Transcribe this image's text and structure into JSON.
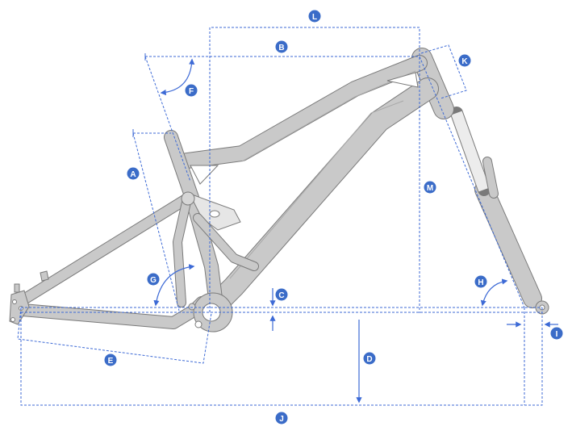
{
  "diagram": {
    "title": "Frame geometry",
    "labels": {
      "A": "A",
      "B": "B",
      "C": "C",
      "D": "D",
      "E": "E",
      "F": "F",
      "G": "G",
      "H": "H",
      "I": "I",
      "J": "J",
      "K": "K",
      "L": "L",
      "M": "M"
    },
    "colors": {
      "dimension_line": "#3d6ad6",
      "badge": "#3b6cc8",
      "frame_fill": "#c9c9c9",
      "frame_outline": "#7a7a7a"
    }
  }
}
